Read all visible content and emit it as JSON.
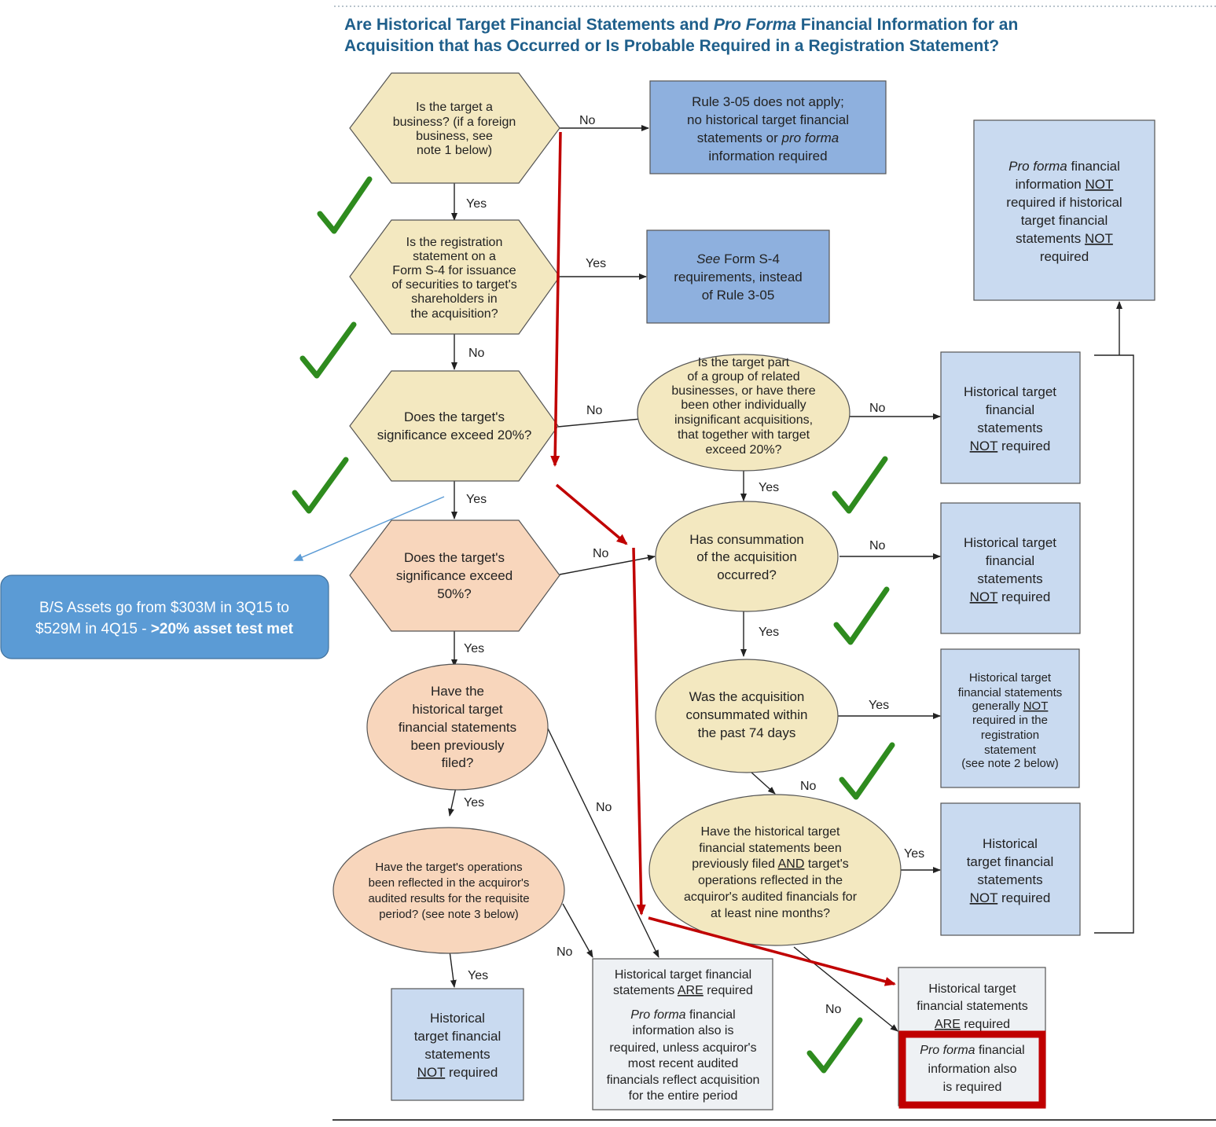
{
  "title": {
    "line1_pre": "Are Historical Target Financial Statements and ",
    "line1_italic": "Pro Forma",
    "line1_post": " Financial Information for an",
    "line2": "Acquisition that has Occurred or Is Probable Required in a Registration Statement?"
  },
  "nodes": {
    "is_business": [
      "Is the target a",
      "business? (if a foreign",
      "business, see",
      "note 1 below)"
    ],
    "rule305": {
      "l1": "Rule 3-05 does not apply;",
      "l2": "no historical target financial",
      "l3_pre": "statements or ",
      "l3_italic": "pro forma",
      "l4": "information required"
    },
    "form_s4": [
      "Is the registration",
      "statement on a",
      "Form S-4 for issuance",
      "of securities to target's",
      "shareholders in",
      "the acquisition?"
    ],
    "see_s4": {
      "l1_italic": "See",
      "l1_post": " Form S-4",
      "l2": "requirements, instead",
      "l3": "of Rule 3-05"
    },
    "proforma_not": {
      "l1_italic": "Pro forma",
      "l1_post": " financial",
      "l2_pre": "information ",
      "l2_u": "NOT",
      "l3": "required if historical",
      "l4": "target financial",
      "l5_pre": "statements ",
      "l5_u": "NOT",
      "l6": "required"
    },
    "sig20": [
      "Does the target's",
      "significance exceed 20%?"
    ],
    "group": [
      "Is the target part",
      "of a group of related",
      "businesses, or have there",
      "been other individually",
      "insignificant acquisitions,",
      "that together with target",
      "exceed 20%?"
    ],
    "not_req_1": {
      "l1": "Historical target",
      "l2": "financial",
      "l3": "statements",
      "l4_u": "NOT",
      "l4_post": " required"
    },
    "sig50": [
      "Does the target's",
      "significance exceed",
      "50%?"
    ],
    "consummated": [
      "Has consummation",
      "of the acquisition",
      "occurred?"
    ],
    "not_req_2": {
      "l1": "Historical target",
      "l2": "financial",
      "l3": "statements",
      "l4_u": "NOT",
      "l4_post": " required"
    },
    "prev_filed": [
      "Have the",
      "historical target",
      "financial statements",
      "been previously",
      "filed?"
    ],
    "within74": [
      "Was the acquisition",
      "consummated within",
      "the past 74 days"
    ],
    "generally_not": {
      "l1": "Historical target",
      "l2": "financial statements",
      "l3_pre": "generally ",
      "l3_u": "NOT",
      "l4": "required in the",
      "l5": "registration",
      "l6": "statement",
      "l7": "(see note 2 below)"
    },
    "ops_reflected": [
      "Have the target's operations",
      "been reflected in the acquiror's",
      "audited results for the requisite",
      "period? (see note 3 below)"
    ],
    "nine_months": {
      "l1": "Have the historical target",
      "l2": "financial statements been",
      "l3_pre": "previously filed ",
      "l3_u": "AND",
      "l3_post": " target's",
      "l4": "operations reflected in the",
      "l5": "acquiror's audited financials for",
      "l6": "at least nine months?"
    },
    "not_req_3": {
      "l1": "Historical",
      "l2": "target  financial",
      "l3": "statements",
      "l4_u": "NOT",
      "l4_post": " required"
    },
    "not_req_4": {
      "l1": "Historical",
      "l2": "target  financial",
      "l3": "statements",
      "l4_u": "NOT",
      "l4_post": " required"
    },
    "are_req_long": {
      "l1": "Historical target financial",
      "l2_pre": "statements ",
      "l2_u": "ARE",
      "l2_post": " required",
      "l3_italic": "Pro forma",
      "l3_post": " financial",
      "l4": "information also is",
      "l5": "required, unless acquiror's",
      "l6": "most recent audited",
      "l7": "financials reflect acquisition",
      "l8": "for the entire period"
    },
    "are_req_short": {
      "l1": "Historical target",
      "l2": "financial statements",
      "l3_u": "ARE",
      "l3_post": " required",
      "l4_italic": "Pro forma",
      "l4_post": " financial",
      "l5": "information also",
      "l6": "is required"
    }
  },
  "edge_labels": {
    "no": "No",
    "yes": "Yes"
  },
  "callout": {
    "line1": "B/S Assets go from $303M in 3Q15 to",
    "line2_pre": "$529M in 4Q15 - ",
    "line2_bold": ">20% asset test met"
  },
  "colors": {
    "title": "#1f5f8b",
    "hex_yellow": "#f3e8c0",
    "hex_orange": "#f8d6bc",
    "box_blue_dark": "#8eb0de",
    "box_blue_light": "#c9daf0",
    "box_gray": "#eef1f4",
    "red_annotation": "#c00000",
    "check_green": "#2e8b1e",
    "callout_blue": "#5b9bd5"
  }
}
